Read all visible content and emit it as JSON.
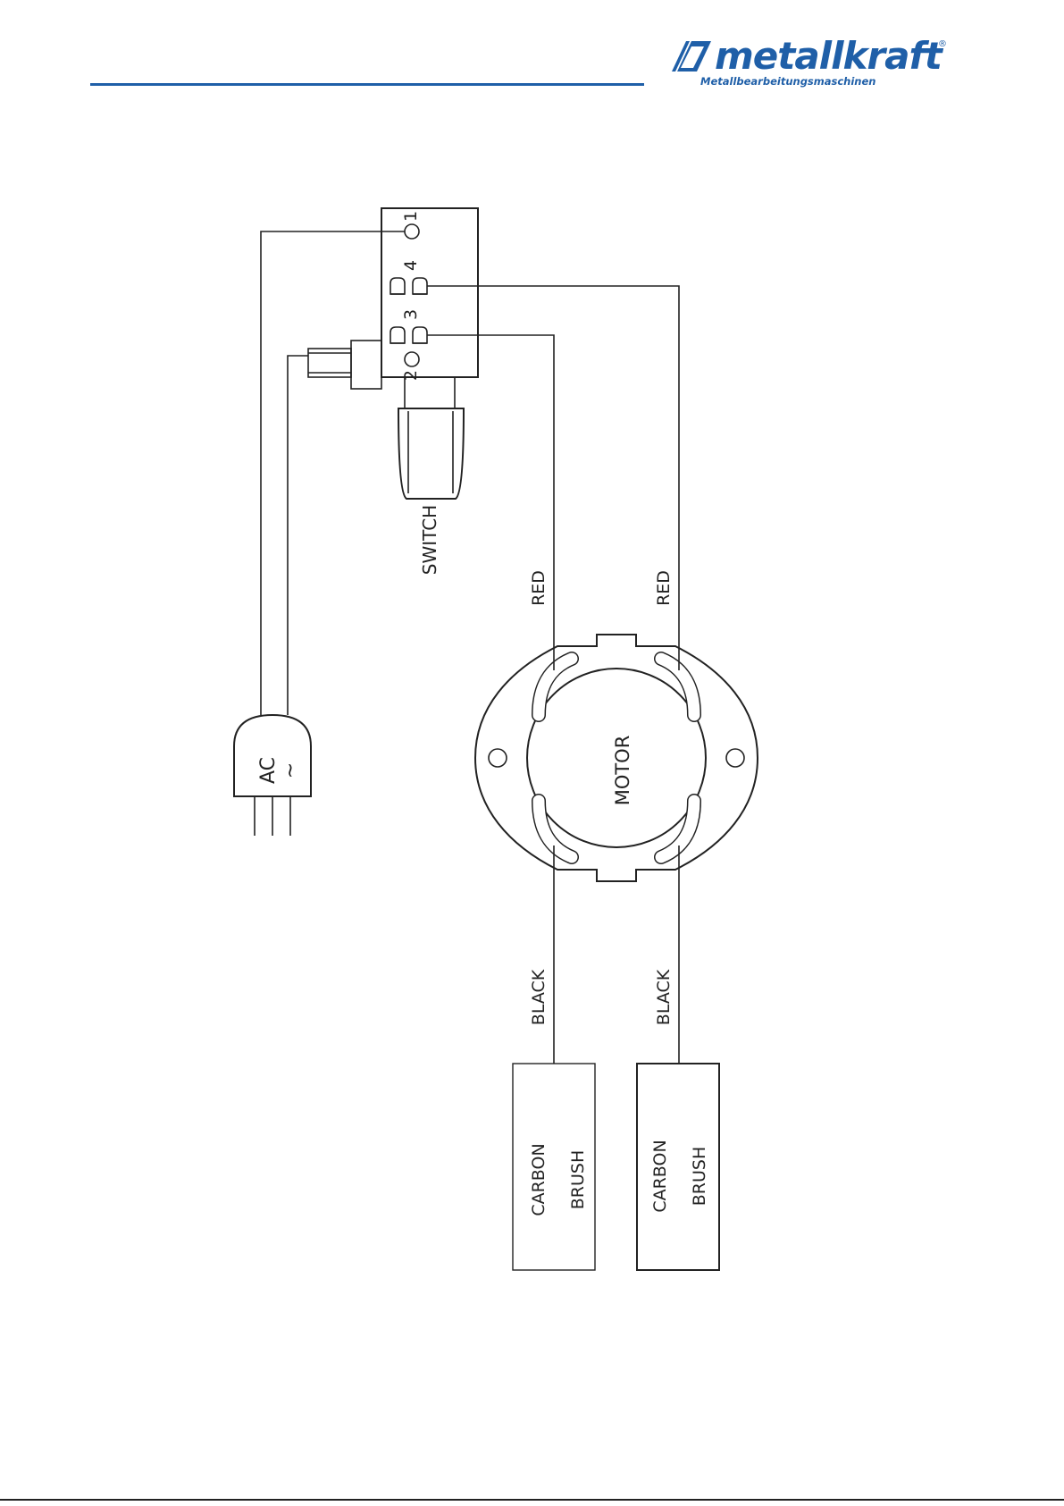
{
  "header": {
    "brand_name": "metallkraft",
    "brand_registered": "®",
    "brand_tagline": "Metallbearbeitungsmaschinen",
    "accent_color": "#1f5fa8"
  },
  "diagram": {
    "switch_label": "SWITCH",
    "terminal_1": "1",
    "terminal_2": "2",
    "terminal_3": "3",
    "terminal_4": "4",
    "plug_label_ac": "AC",
    "plug_label_tilde": "~",
    "motor_label": "MOTOR",
    "wire_red_1": "RED",
    "wire_red_2": "RED",
    "wire_black_1": "BLACK",
    "wire_black_2": "BLACK",
    "brush_1_line1": "CARBON",
    "brush_1_line2": "BRUSH",
    "brush_2_line1": "CARBON",
    "brush_2_line2": "BRUSH"
  }
}
